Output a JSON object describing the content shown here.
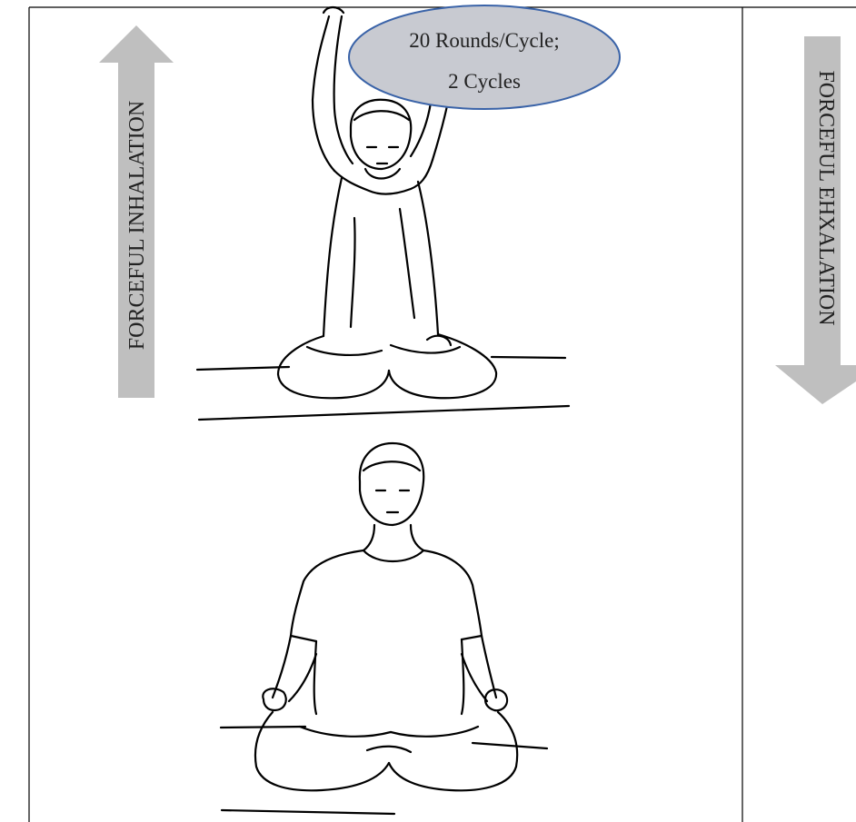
{
  "bubble": {
    "line1": "20 Rounds/Cycle;",
    "line2": "2 Cycles"
  },
  "left_arrow": {
    "label": "FORCEFUL INHALATION",
    "direction": "up",
    "color": "#bfbfbf"
  },
  "right_arrow": {
    "label": "FORCEFUL EHXALATION",
    "direction": "down",
    "color": "#bfbfbf"
  },
  "figures": [
    {
      "pose": "arms-raised-seated-cross-legged",
      "icon": "figure-arms-up-icon"
    },
    {
      "pose": "hands-on-knees-seated-cross-legged",
      "icon": "figure-hands-on-knees-icon"
    }
  ],
  "colors": {
    "bubble_fill": "#c8cad1",
    "bubble_stroke": "#3a63a8",
    "line": "#000000",
    "arrow": "#bfbfbf"
  }
}
